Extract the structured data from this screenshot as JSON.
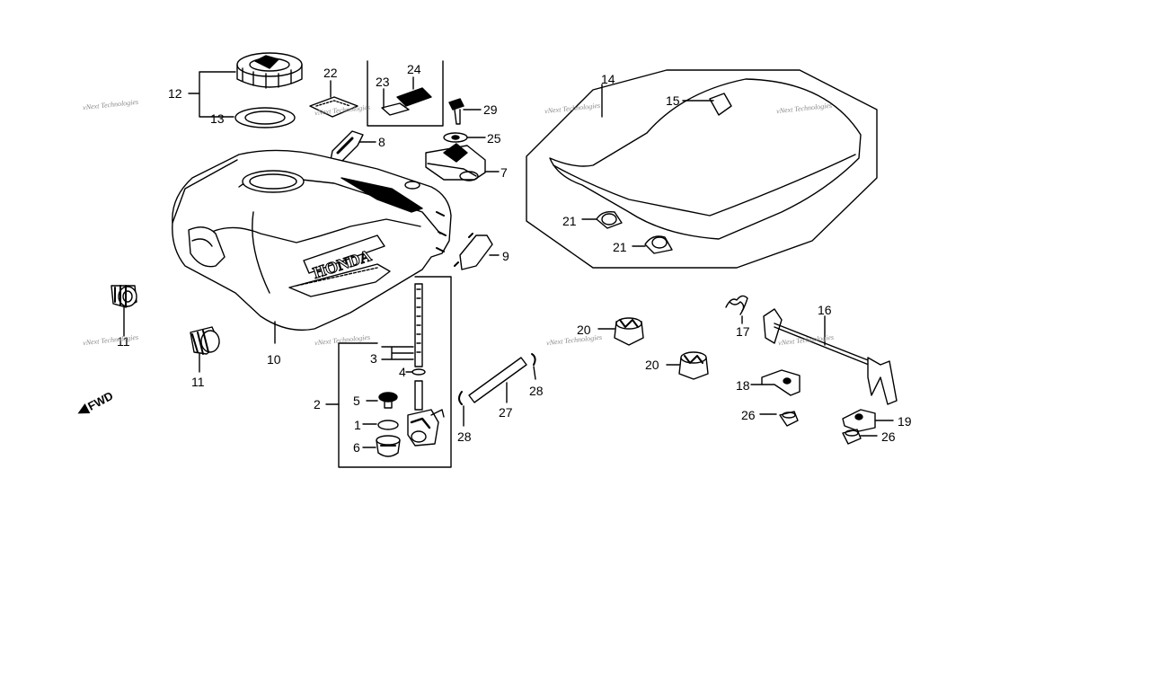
{
  "callouts": {
    "c1": "1",
    "c2": "2",
    "c3": "3",
    "c4": "4",
    "c5": "5",
    "c6": "6",
    "c7": "7",
    "c8": "8",
    "c9": "9",
    "c10": "10",
    "c11": "11",
    "c12": "12",
    "c13": "13",
    "c14": "14",
    "c15": "15",
    "c16": "16",
    "c17": "17",
    "c18": "18",
    "c19": "19",
    "c20": "20",
    "c21": "21",
    "c22": "22",
    "c23": "23",
    "c24": "24",
    "c25": "25",
    "c26": "26",
    "c27": "27",
    "c28": "28",
    "c29": "29"
  },
  "tank_emblem": "HONDA",
  "fwd_label": "FWD",
  "watermark": "vNext Technologies",
  "colors": {
    "line": "#000000",
    "background": "#ffffff",
    "watermark": "#8a8a8a"
  }
}
